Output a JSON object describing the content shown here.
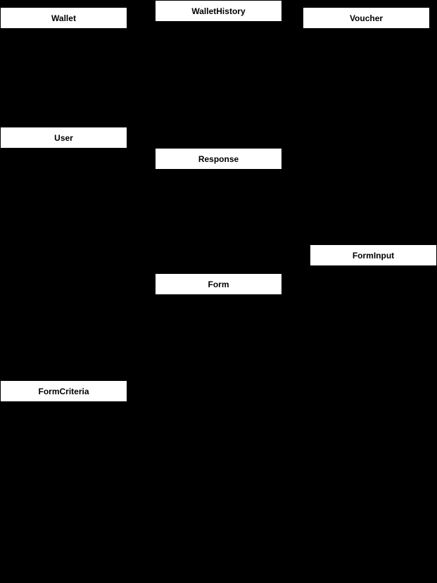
{
  "diagram": {
    "background_color": "#000000",
    "box_fill_color": "#ffffff",
    "text_color": "#000000",
    "entities": {
      "wallet": {
        "title": "Wallet"
      },
      "wallethistory": {
        "title": "WalletHistory"
      },
      "voucher": {
        "title": "Voucher"
      },
      "user": {
        "title": "User"
      },
      "response": {
        "title": "Response"
      },
      "forminput": {
        "title": "FormInput"
      },
      "form": {
        "title": "Form"
      },
      "formcriteria": {
        "title": "FormCriteria"
      }
    }
  }
}
